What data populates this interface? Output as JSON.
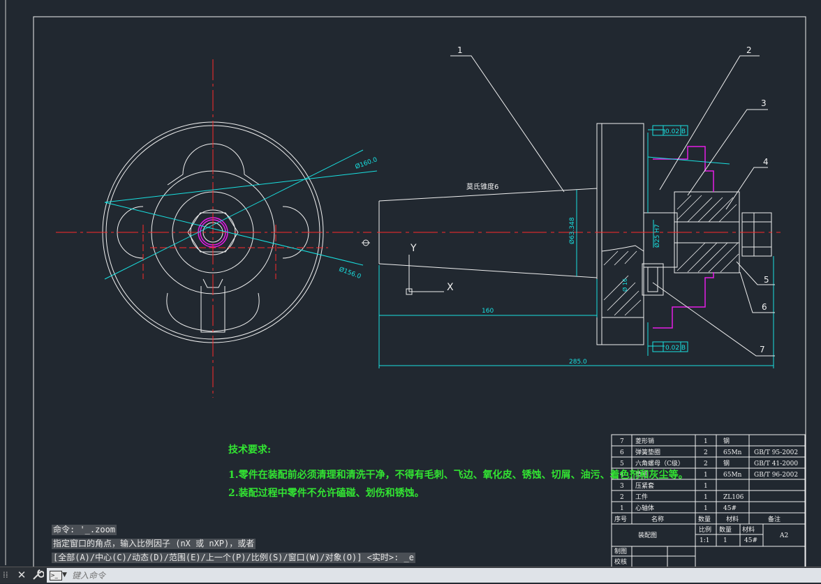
{
  "drawing": {
    "leaders": [
      "1",
      "2",
      "3",
      "4",
      "5",
      "6",
      "7"
    ],
    "taper_label": "莫氏锥度6",
    "dims": {
      "d160": "Ø160.0",
      "d156": "Ø156.0",
      "d63": "Ø63.348",
      "d25": "Ø25 H7",
      "d_small": "Ø 16",
      "len160": "160",
      "len285": "285.0",
      "gdt_top": "0.02 B",
      "gdt_bot": "0.02 B"
    },
    "axis": {
      "x": "X",
      "y": "Y"
    }
  },
  "tech": {
    "title": "技术要求:",
    "item1": "1.零件在装配前必须清理和清洗干净，不得有毛刺、飞边、氧化皮、锈蚀、切屑、油污、着色剂和灰尘等。",
    "item2": "2.装配过程中零件不允许磕碰、划伤和锈蚀。"
  },
  "bom": {
    "rows": [
      [
        "7",
        "菱形销",
        "1",
        "钢",
        ""
      ],
      [
        "6",
        "弹簧垫圈",
        "2",
        "65Mn",
        "GB/T 95-2002"
      ],
      [
        "5",
        "六角螺母（C级）",
        "2",
        "钢",
        "GB/T 41-2000"
      ],
      [
        "4",
        "垫圈",
        "1",
        "65Mn",
        "GB/T 96-2002"
      ],
      [
        "3",
        "压紧套",
        "1",
        "",
        ""
      ],
      [
        "2",
        "工件",
        "1",
        "ZL106",
        ""
      ],
      [
        "1",
        "心轴体",
        "1",
        "45#",
        ""
      ]
    ],
    "header": [
      "序号",
      "名称",
      "数量",
      "材料",
      "备注"
    ]
  },
  "titleblock": {
    "name": "装配图",
    "scale_label": "比例",
    "qty_label": "数量",
    "mat_label": "材料",
    "scale": "1:1",
    "qty": "1",
    "mat": "45#",
    "size": "A2",
    "draw_label": "制图",
    "check_label": "校核"
  },
  "command": {
    "history1": "命令: '_.zoom",
    "history2": "指定窗口的角点，输入比例因子 (nX 或 nXP)，或者",
    "history3": "[全部(A)/中心(C)/动态(D)/范围(E)/上一个(P)/比例(S)/窗口(W)/对象(O)] <实时>: _e",
    "placeholder": "键入命令"
  },
  "colors": {
    "background": "#212830",
    "red": "#ff2a2a",
    "cyan": "#19e1e1",
    "magenta": "#e61ee6",
    "green": "#32e432",
    "white": "#f0f0f0"
  }
}
